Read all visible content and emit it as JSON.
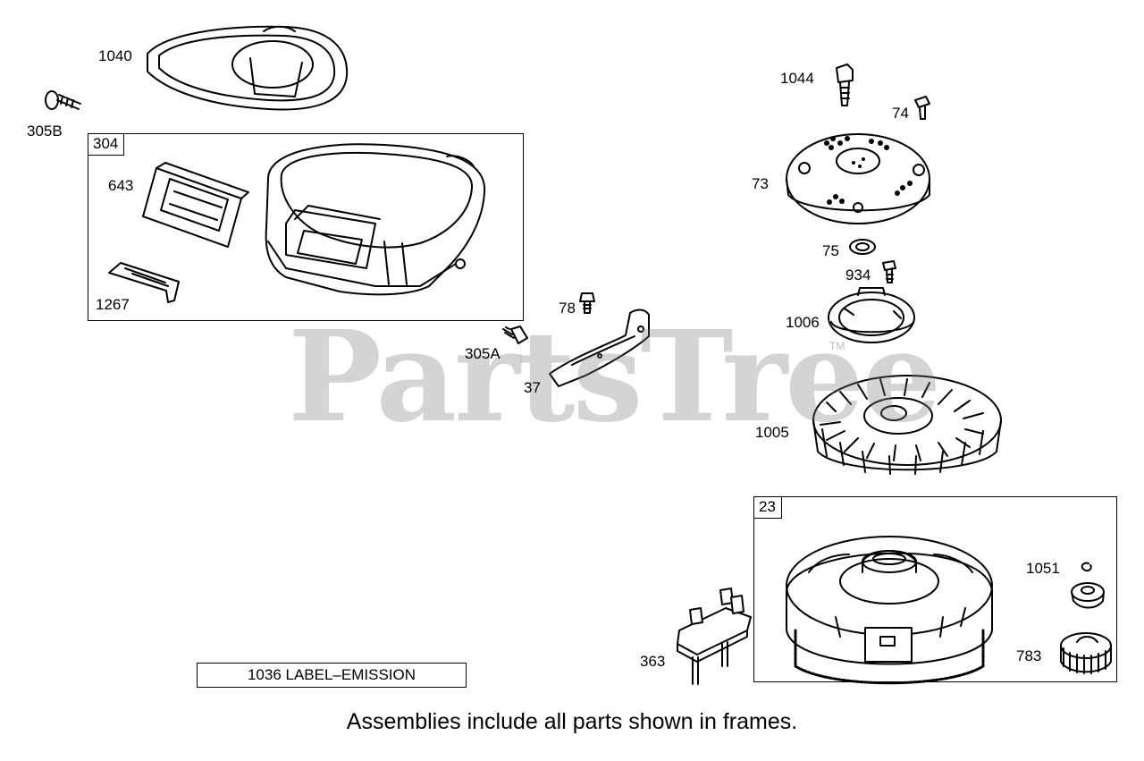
{
  "watermark": {
    "text": "PartsTree",
    "tm": "TM"
  },
  "frames": {
    "blower_housing": {
      "tag": "304"
    },
    "flywheel": {
      "tag": "23"
    }
  },
  "callouts": {
    "p1040": "1040",
    "p305B": "305B",
    "p643": "643",
    "p1267": "1267",
    "p78": "78",
    "p305A": "305A",
    "p37": "37",
    "p1044": "1044",
    "p74": "74",
    "p73": "73",
    "p75": "75",
    "p934": "934",
    "p1006": "1006",
    "p1005": "1005",
    "p1051": "1051",
    "p783": "783",
    "p363": "363"
  },
  "label_box": "1036 LABEL–EMISSION",
  "footer": "Assemblies include all parts shown in frames.",
  "colors": {
    "line": "#000000",
    "watermark": "#8a8a8a",
    "background": "#ffffff"
  }
}
